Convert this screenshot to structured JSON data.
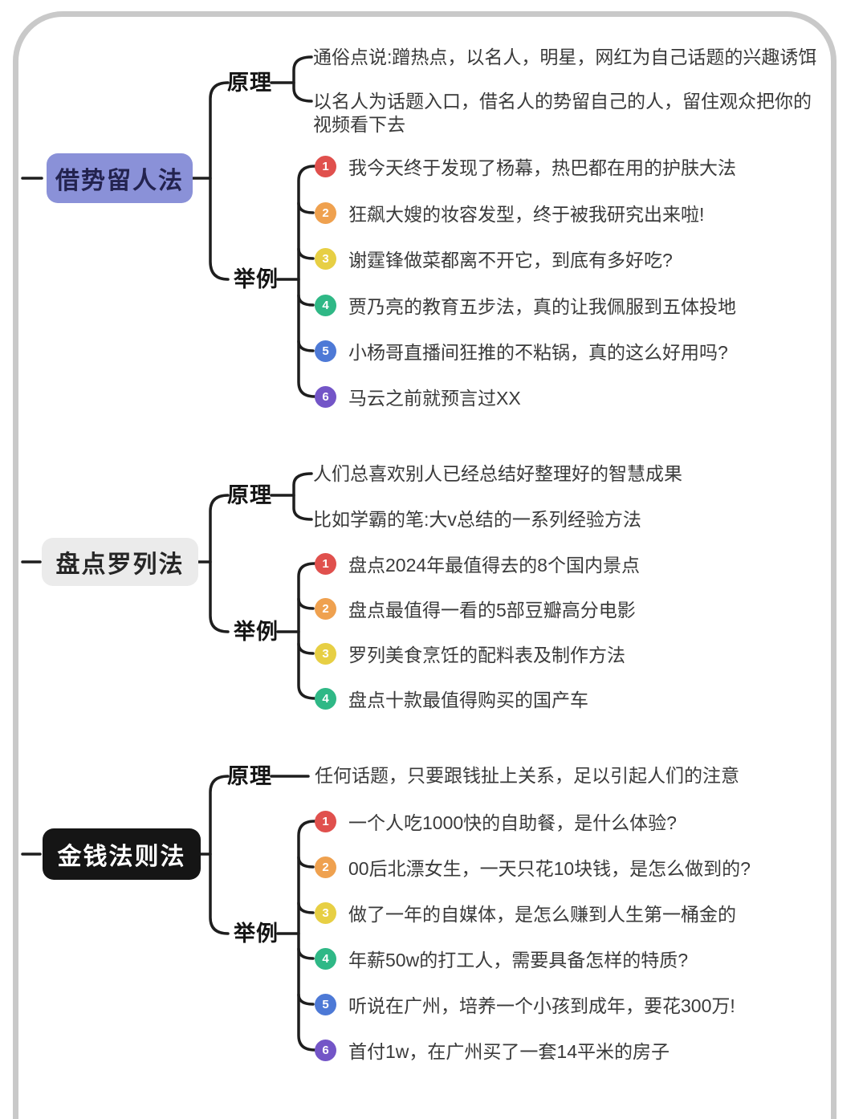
{
  "diagram": {
    "type": "mindmap-fragment"
  },
  "colors": {
    "frame_border": "#c9c9c9",
    "connector": "#1e1e1e",
    "topic1_bg": "#8a91d8",
    "topic1_text": "#23234f",
    "topic2_bg": "#ebebeb",
    "topic2_text": "#262626",
    "topic3_bg": "#151515",
    "topic3_text": "#ffffff",
    "badge_red": "#e0504d",
    "badge_orange": "#efa14f",
    "badge_yellow": "#e7cf44",
    "badge_green": "#2fb886",
    "badge_blue": "#4d79d6",
    "badge_purple": "#7355c7"
  },
  "branches": [
    {
      "topic": "借势留人法",
      "principle_label": "原理",
      "example_label": "举例",
      "principles": [
        "通俗点说:蹭热点，以名人，明星，网红为自己话题的兴趣诱饵",
        "以名人为话题入口，借名人的势留自己的人，留住观众把你的视频看下去"
      ],
      "examples": [
        {
          "num": "1",
          "text": "我今天终于发现了杨幕，热巴都在用的护肤大法"
        },
        {
          "num": "2",
          "text": "狂飙大嫂的妆容发型，终于被我研究出来啦!"
        },
        {
          "num": "3",
          "text": "谢霆锋做菜都离不开它，到底有多好吃?"
        },
        {
          "num": "4",
          "text": "贾乃亮的教育五步法，真的让我佩服到五体投地"
        },
        {
          "num": "5",
          "text": "小杨哥直播间狂推的不粘锅，真的这么好用吗?"
        },
        {
          "num": "6",
          "text": "马云之前就预言过XX"
        }
      ]
    },
    {
      "topic": "盘点罗列法",
      "principle_label": "原理",
      "example_label": "举例",
      "principles": [
        "人们总喜欢别人已经总结好整理好的智慧成果",
        "比如学霸的笔:大v总结的一系列经验方法"
      ],
      "examples": [
        {
          "num": "1",
          "text": "盘点2024年最值得去的8个国内景点"
        },
        {
          "num": "2",
          "text": "盘点最值得一看的5部豆瓣高分电影"
        },
        {
          "num": "3",
          "text": "罗列美食烹饪的配料表及制作方法"
        },
        {
          "num": "4",
          "text": "盘点十款最值得购买的国产车"
        }
      ]
    },
    {
      "topic": "金钱法则法",
      "principle_label": "原理",
      "example_label": "举例",
      "principles": [
        "任何话题，只要跟钱扯上关系，足以引起人们的注意"
      ],
      "examples": [
        {
          "num": "1",
          "text": "一个人吃1000快的自助餐，是什么体验?"
        },
        {
          "num": "2",
          "text": "00后北漂女生，一天只花10块钱，是怎么做到的?"
        },
        {
          "num": "3",
          "text": "做了一年的自媒体，是怎么赚到人生第一桶金的"
        },
        {
          "num": "4",
          "text": "年薪50w的打工人，需要具备怎样的特质?"
        },
        {
          "num": "5",
          "text": "听说在广州，培养一个小孩到成年，要花300万!"
        },
        {
          "num": "6",
          "text": "首付1w，在广州买了一套14平米的房子"
        }
      ]
    }
  ]
}
